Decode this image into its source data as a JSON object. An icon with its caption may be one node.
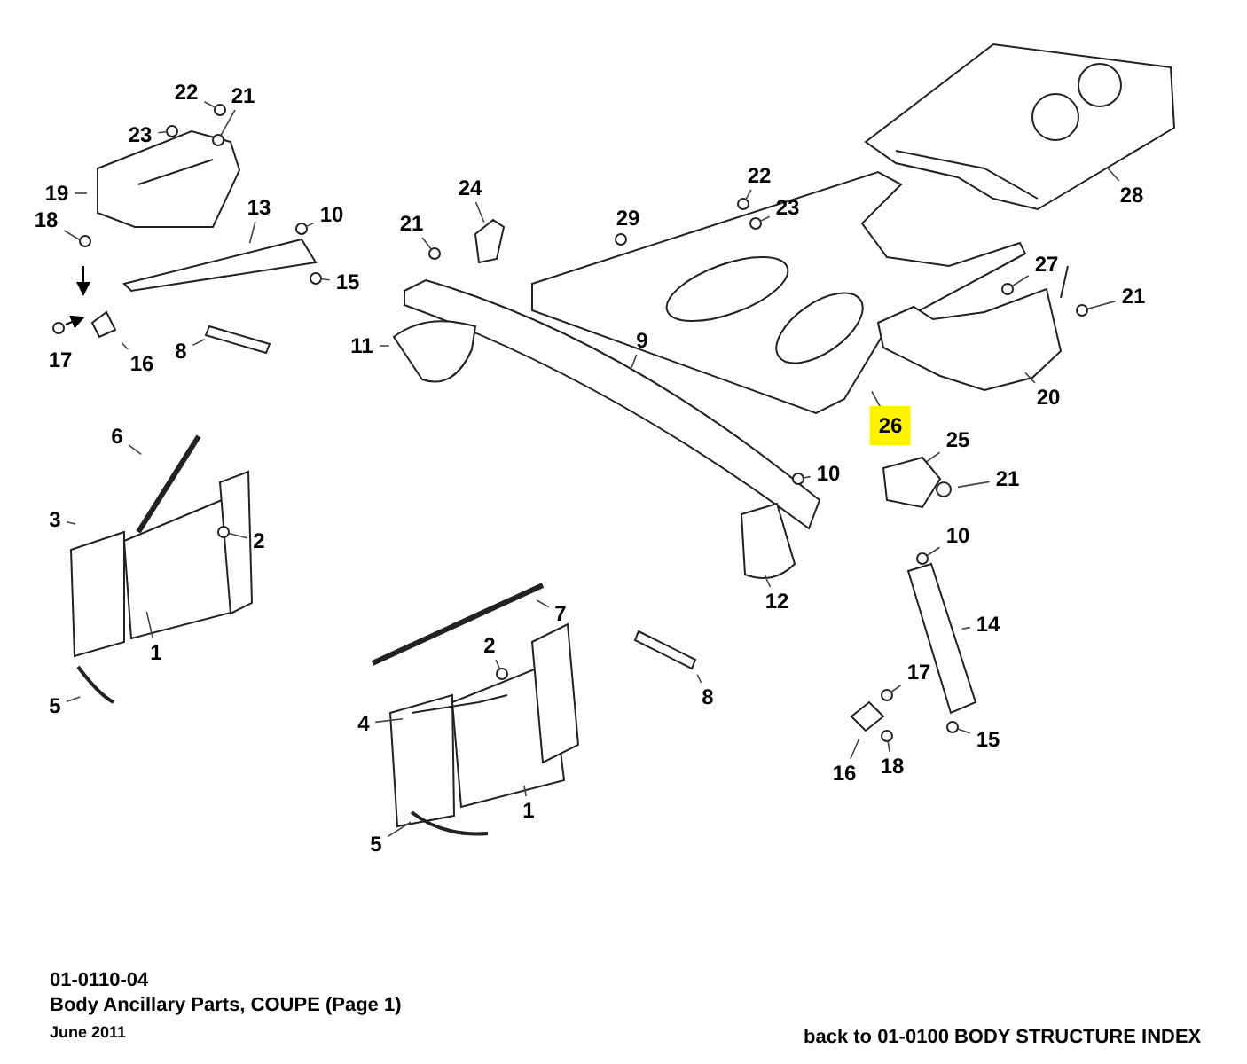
{
  "diagram": {
    "nodes": [
      {
        "text": [
          "22"
        ]
      },
      {
        "text": [
          "21"
        ]
      },
      {
        "text": [
          "23"
        ]
      },
      {
        "text": [
          "19"
        ]
      },
      {
        "text": [
          "13"
        ]
      },
      {
        "text": [
          "10"
        ]
      },
      {
        "text": [
          "18"
        ]
      },
      {
        "text": [
          "15"
        ]
      },
      {
        "text": [
          "16"
        ]
      },
      {
        "text": [
          "8"
        ]
      },
      {
        "text": [
          "24"
        ]
      },
      {
        "text": [
          "21"
        ]
      },
      {
        "text": [
          "11"
        ]
      },
      {
        "text": [
          "9"
        ]
      },
      {
        "text": [
          "22"
        ]
      },
      {
        "text": [
          "23"
        ]
      },
      {
        "text": [
          "28"
        ]
      },
      {
        "text": [
          "27"
        ]
      },
      {
        "text": [
          "21"
        ]
      },
      {
        "text": [
          "20"
        ]
      },
      {
        "text": [
          "26"
        ]
      },
      {
        "text": [
          "25"
        ]
      },
      {
        "text": [
          "21"
        ]
      },
      {
        "text": [
          "10"
        ]
      },
      {
        "text": [
          "6"
        ]
      },
      {
        "text": [
          "3"
        ]
      },
      {
        "text": [
          "2"
        ]
      },
      {
        "text": [
          "1"
        ]
      },
      {
        "text": [
          "5"
        ]
      },
      {
        "text": [
          "7"
        ]
      },
      {
        "text": [
          "2"
        ]
      },
      {
        "text": [
          "4"
        ]
      },
      {
        "text": [
          "1"
        ]
      },
      {
        "text": [
          "5"
        ]
      },
      {
        "text": [
          "8"
        ]
      },
      {
        "text": [
          "12"
        ]
      },
      {
        "text": [
          "10"
        ]
      },
      {
        "text": [
          "14"
        ]
      },
      {
        "text": [
          "17"
        ]
      },
      {
        "text": [
          "16"
        ]
      },
      {
        "text": [
          "18"
        ]
      },
      {
        "text": [
          "15"
        ]
      },
      {
        "text": [],
        "shape": "picture"
      },
      {
        "text": [],
        "shape": "circle"
      },
      {
        "text": [],
        "shape": "picture"
      }
    ],
    "edges": [
      {
        "from": 0,
        "to": null,
        "arrow": "none"
      },
      {
        "from": 1,
        "to": null,
        "arrow": "none"
      },
      {
        "from": 2,
        "to": null,
        "arrow": "none"
      },
      {
        "from": 3,
        "to": null,
        "arrow": "none"
      },
      {
        "from": 4,
        "to": null,
        "arrow": "none"
      },
      {
        "from": 5,
        "to": null,
        "arrow": "none"
      },
      {
        "from": 6,
        "to": null,
        "arrow": "none"
      },
      {
        "from": 7,
        "to": null,
        "arrow": "none"
      },
      {
        "from": 8,
        "to": 42,
        "arrow": "none"
      },
      {
        "from": 9,
        "to": null,
        "arrow": "none"
      },
      {
        "from": 10,
        "to": null,
        "arrow": "none"
      },
      {
        "from": 11,
        "to": null,
        "arrow": "none"
      },
      {
        "from": 12,
        "to": null,
        "arrow": "none"
      },
      {
        "from": 13,
        "to": null,
        "arrow": "none"
      },
      {
        "from": 14,
        "to": null,
        "arrow": "none"
      },
      {
        "from": 15,
        "to": null,
        "arrow": "none"
      },
      {
        "from": 16,
        "to": null,
        "arrow": "none"
      },
      {
        "from": 17,
        "to": null,
        "arrow": "none"
      },
      {
        "from": 18,
        "to": null,
        "arrow": "none"
      },
      {
        "from": 19,
        "to": null,
        "arrow": "none"
      },
      {
        "from": 20,
        "to": null,
        "arrow": "none"
      },
      {
        "from": 21,
        "to": null,
        "arrow": "none"
      },
      {
        "from": 22,
        "to": 43,
        "arrow": "none"
      },
      {
        "from": 23,
        "to": null,
        "arrow": "none"
      },
      {
        "from": 24,
        "to": null,
        "arrow": "none"
      },
      {
        "from": 25,
        "to": null,
        "arrow": "none"
      },
      {
        "from": 26,
        "to": null,
        "arrow": "none"
      },
      {
        "from": 27,
        "to": null,
        "arrow": "none"
      },
      {
        "from": 28,
        "to": null,
        "arrow": "none"
      },
      {
        "from": 29,
        "to": null,
        "arrow": "none"
      },
      {
        "from": 30,
        "to": null,
        "arrow": "none"
      },
      {
        "from": 31,
        "to": null,
        "arrow": "none"
      },
      {
        "from": 32,
        "to": null,
        "arrow": "none"
      },
      {
        "from": 33,
        "to": null,
        "arrow": "none"
      },
      {
        "from": 34,
        "to": null,
        "arrow": "none"
      },
      {
        "from": 35,
        "to": null,
        "arrow": "none"
      },
      {
        "from": 36,
        "to": null,
        "arrow": "none"
      },
      {
        "from": 37,
        "to": null,
        "arrow": "none"
      },
      {
        "from": 38,
        "to": null,
        "arrow": "none"
      },
      {
        "from": 39,
        "to": 44,
        "arrow": "none"
      },
      {
        "from": 40,
        "to": null,
        "arrow": "none"
      },
      {
        "from": 41,
        "to": null,
        "arrow": "none"
      }
    ],
    "labels": [
      "29",
      "17",
      "01-0110-04",
      "Body Ancillary Parts, COUPE (Page 1)",
      "June 2011",
      "back to 01-0100 BODY STRUCTURE INDEX"
    ]
  }
}
